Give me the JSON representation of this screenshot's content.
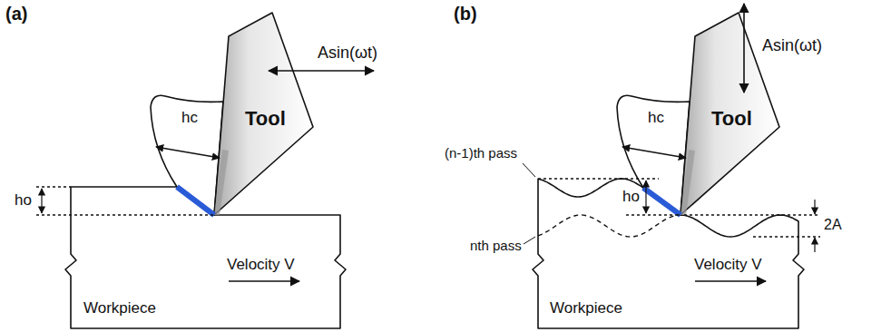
{
  "diagram": {
    "nodes": [
      {
        "text": [
          "hc"
        ]
      },
      {
        "text": [
          "Tool"
        ]
      },
      {
        "text": [
          "Velocity V",
          "Workpiece"
        ]
      },
      {
        "text": [
          "hc"
        ]
      },
      {
        "text": [
          "Tool"
        ]
      },
      {
        "text": [
          "Velocity V",
          "Workpiece"
        ]
      }
    ],
    "labels": [
      "(a)",
      "(b)",
      "Asin(ωt)",
      "Asin(ωt)",
      "ho",
      "ho",
      "(n-1)th pass",
      "nth pass",
      "2A"
    ]
  }
}
